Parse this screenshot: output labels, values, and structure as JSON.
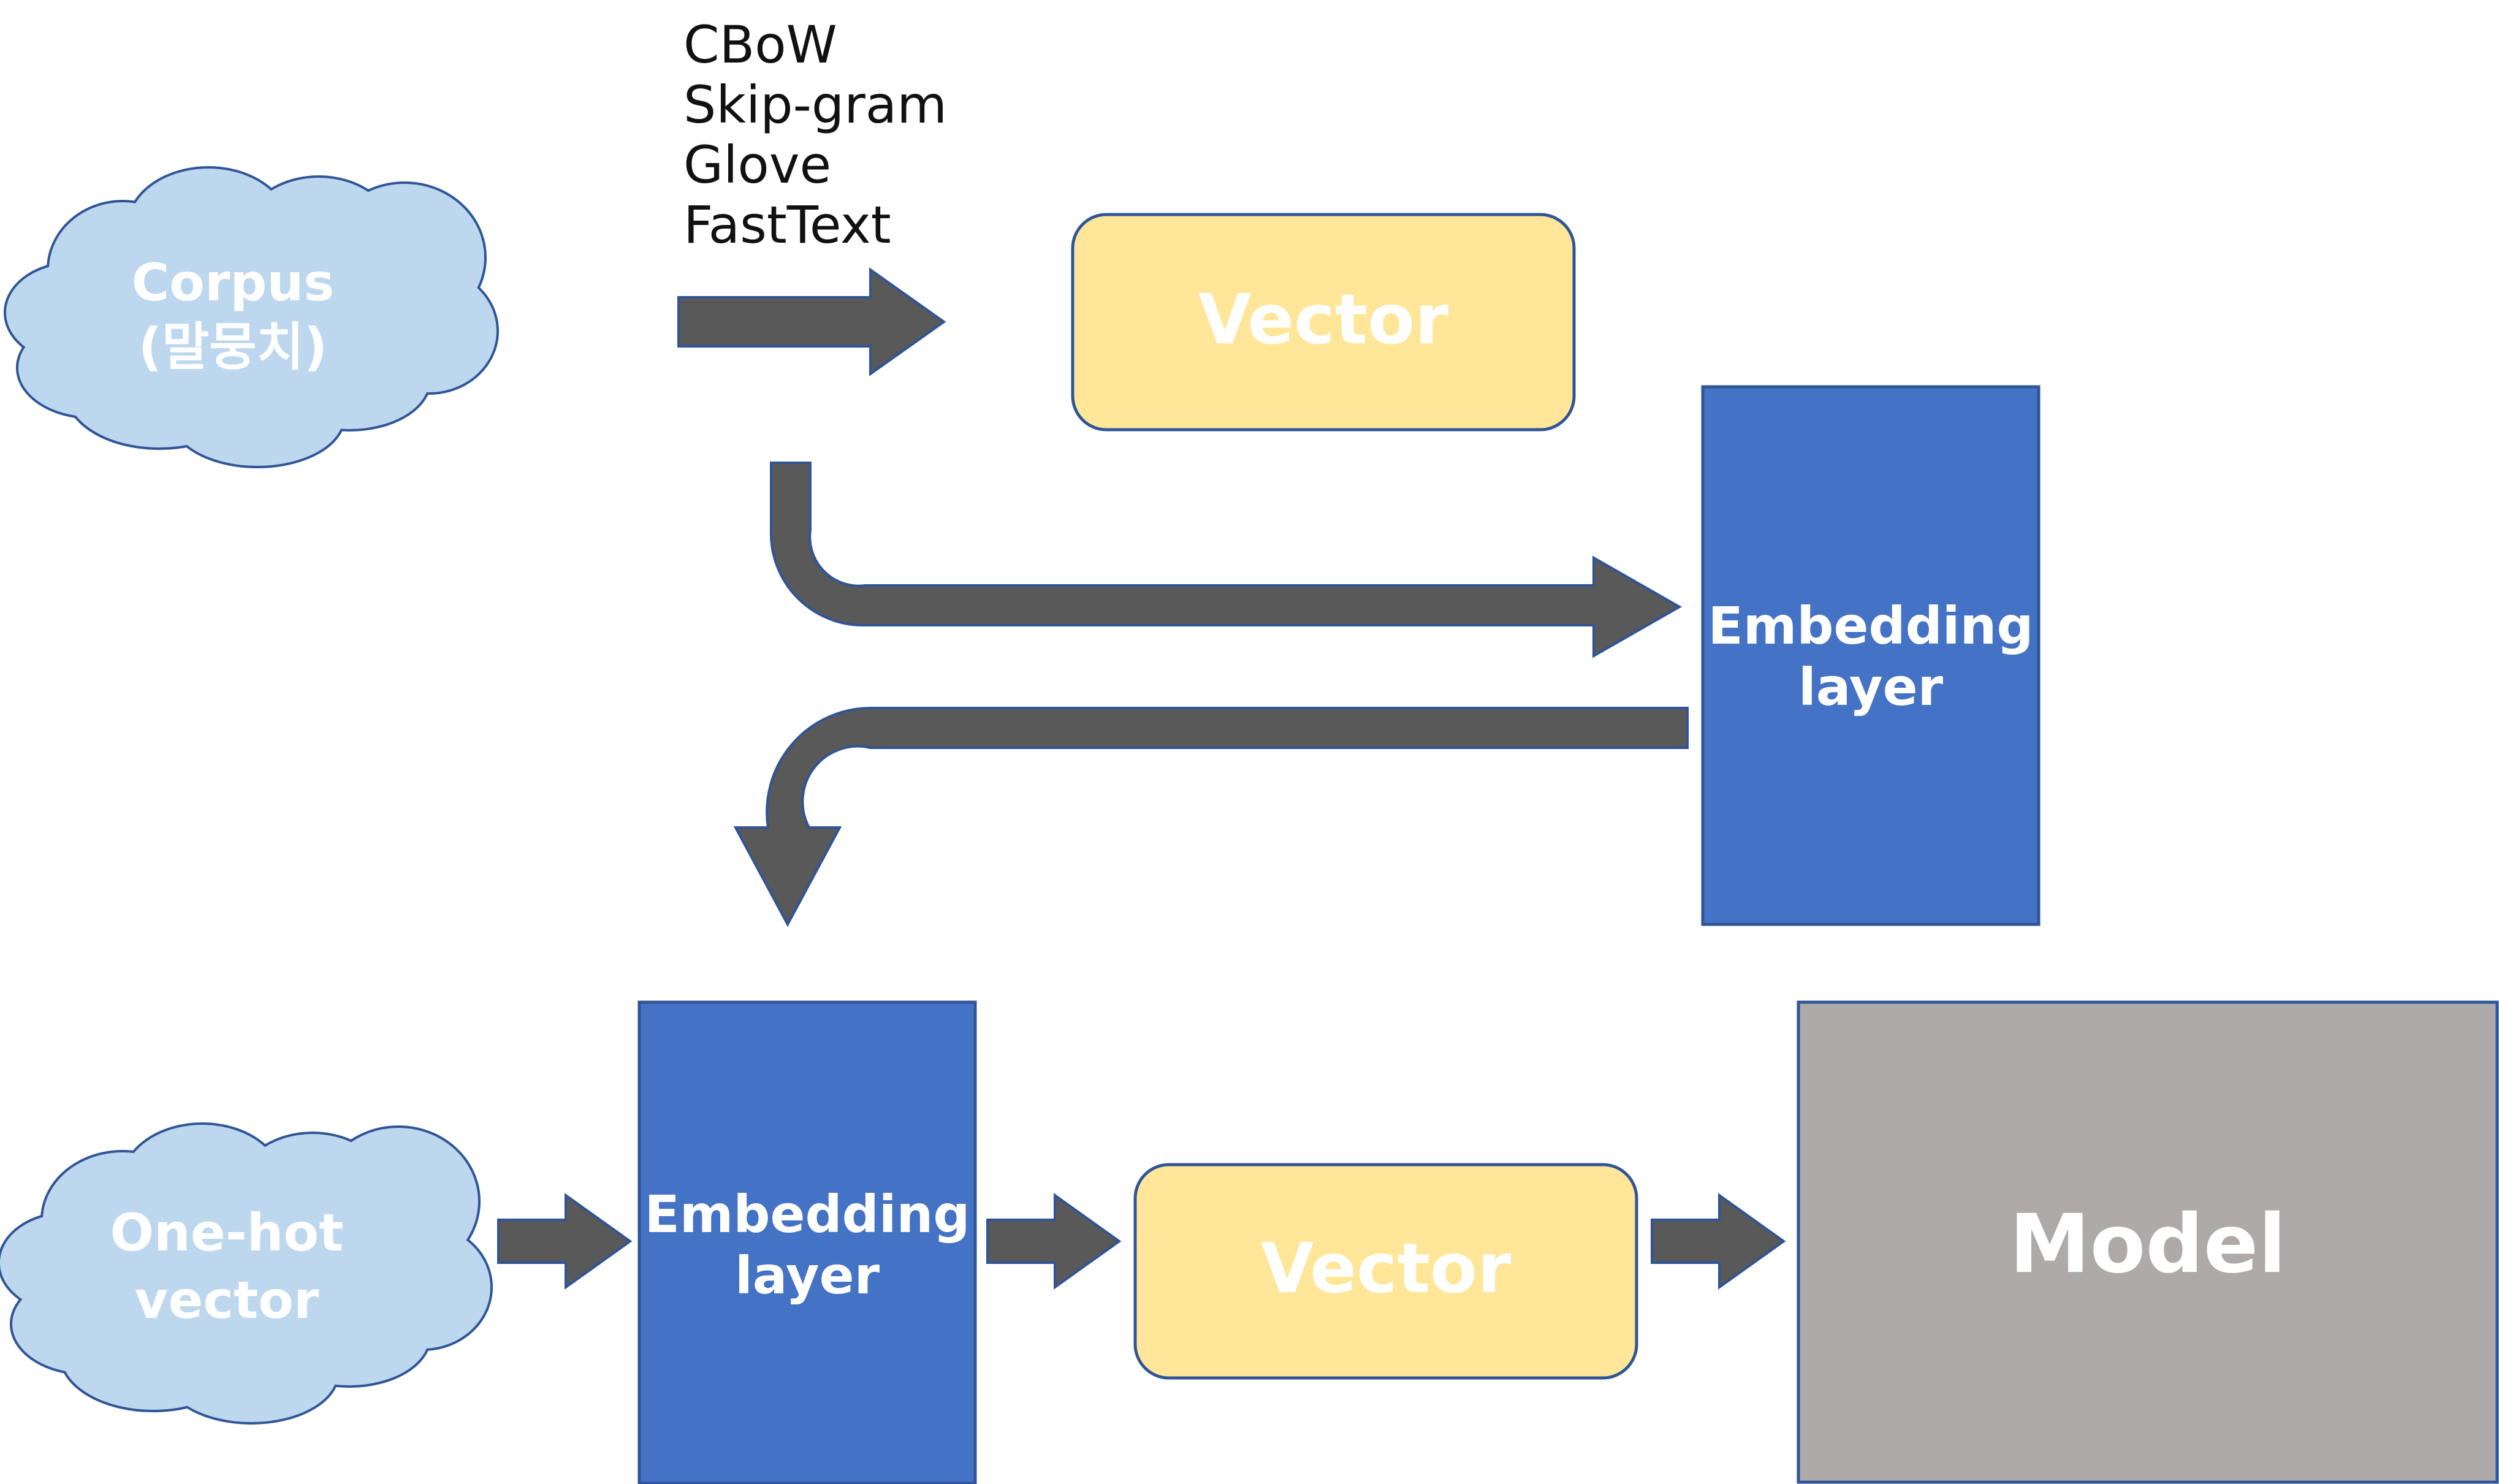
{
  "methods": [
    "CBoW",
    "Skip-gram",
    "Glove",
    "FastText"
  ],
  "corpus": {
    "line1": "Corpus",
    "line2": "(말뭉치)"
  },
  "vector_top": "Vector",
  "embedding_top": {
    "line1": "Embedding",
    "line2": "layer"
  },
  "onehot": {
    "line1": "One-hot",
    "line2": "vector"
  },
  "embedding_bottom": {
    "line1": "Embedding",
    "line2": "layer"
  },
  "vector_bottom": "Vector",
  "model": "Model",
  "colors": {
    "cloud_fill": "#bdd7ee",
    "cloud_stroke": "#2f5597",
    "vector_fill": "#ffe699",
    "vector_stroke": "#2f5597",
    "embedding_fill": "#4472c4",
    "embedding_stroke": "#2f5597",
    "model_fill": "#aeaaaa",
    "model_stroke": "#2f5597",
    "arrow_fill": "#595959",
    "arrow_stroke": "#2f5597"
  }
}
